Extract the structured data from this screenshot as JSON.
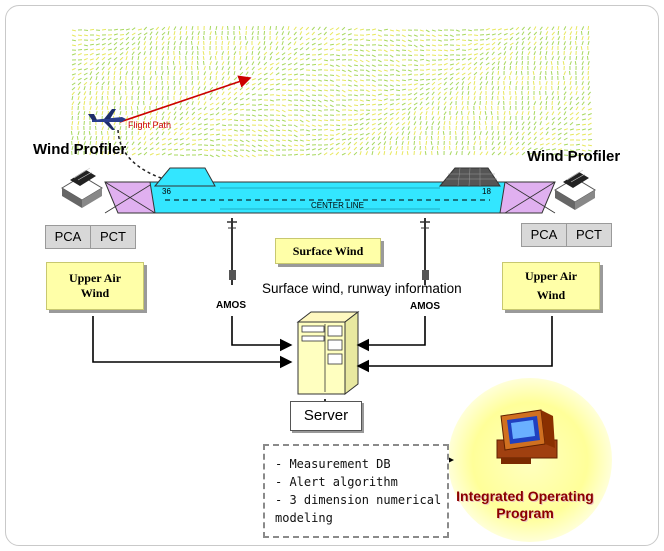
{
  "wind_profiler_left": "Wind Profiler",
  "wind_profiler_right": "Wind Profiler",
  "flight_path": "Flight Path",
  "runway": {
    "left_number": "36",
    "right_number": "18",
    "center_line": "CENTER LINE"
  },
  "pca_left": {
    "a": "PCA",
    "b": "PCT"
  },
  "pca_right": {
    "a": "PCA",
    "b": "PCT"
  },
  "upper_air_left": [
    "Upper Air",
    "Wind"
  ],
  "upper_air_right": [
    "Upper Air",
    "Wind"
  ],
  "surface_wind_box": "Surface Wind",
  "surface_wind_info": "Surface wind, runway information",
  "amos_left": "AMOS",
  "amos_right": "AMOS",
  "server": "Server",
  "modules": [
    "- Measurement DB",
    "- Alert algorithm",
    "- 3 dimension numerical",
    "modeling"
  ],
  "integrated_program": [
    "Integrated Operating",
    "Program"
  ],
  "colors": {
    "runway": "#33e6ff",
    "runway_ends": "#d9a8ee",
    "wind_field_green": "#a8d860",
    "wind_field_yellow": "#e8e860",
    "label_box": "#ffffa8",
    "program_glow": "#ffffb0",
    "program_text": "#8b0000",
    "flight_path": "#cc0000"
  }
}
